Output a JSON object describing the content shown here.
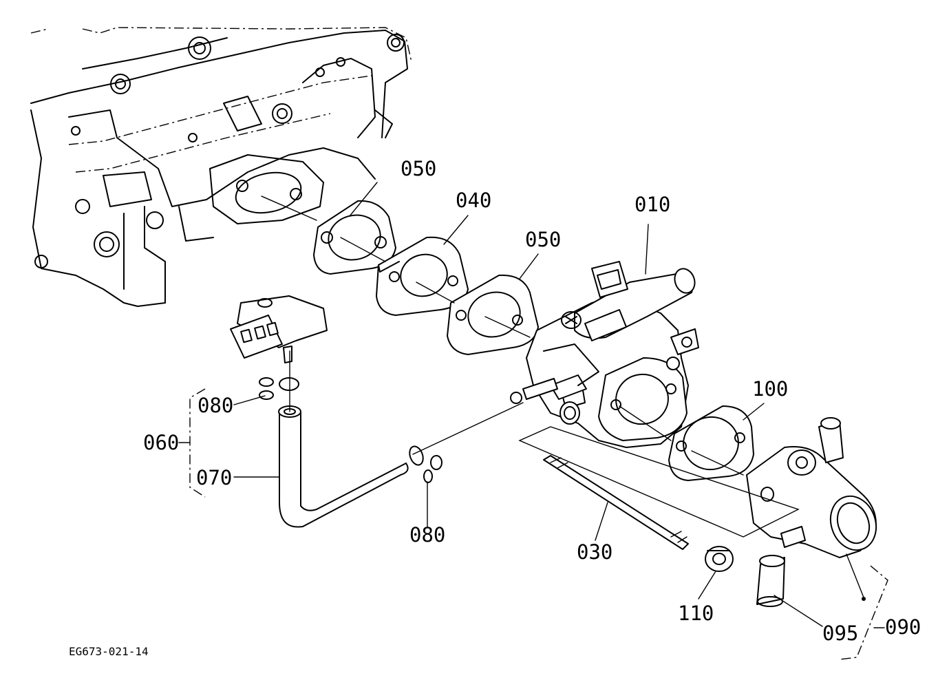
{
  "figure_id": "EG673-021-14",
  "callouts": {
    "c050a": "050",
    "c040": "040",
    "c050b": "050",
    "c010": "010",
    "c100": "100",
    "c080a": "080",
    "c060": "060",
    "c070": "070",
    "c080b": "080",
    "c030": "030",
    "c110": "110",
    "c095": "095",
    "c090": "090"
  }
}
